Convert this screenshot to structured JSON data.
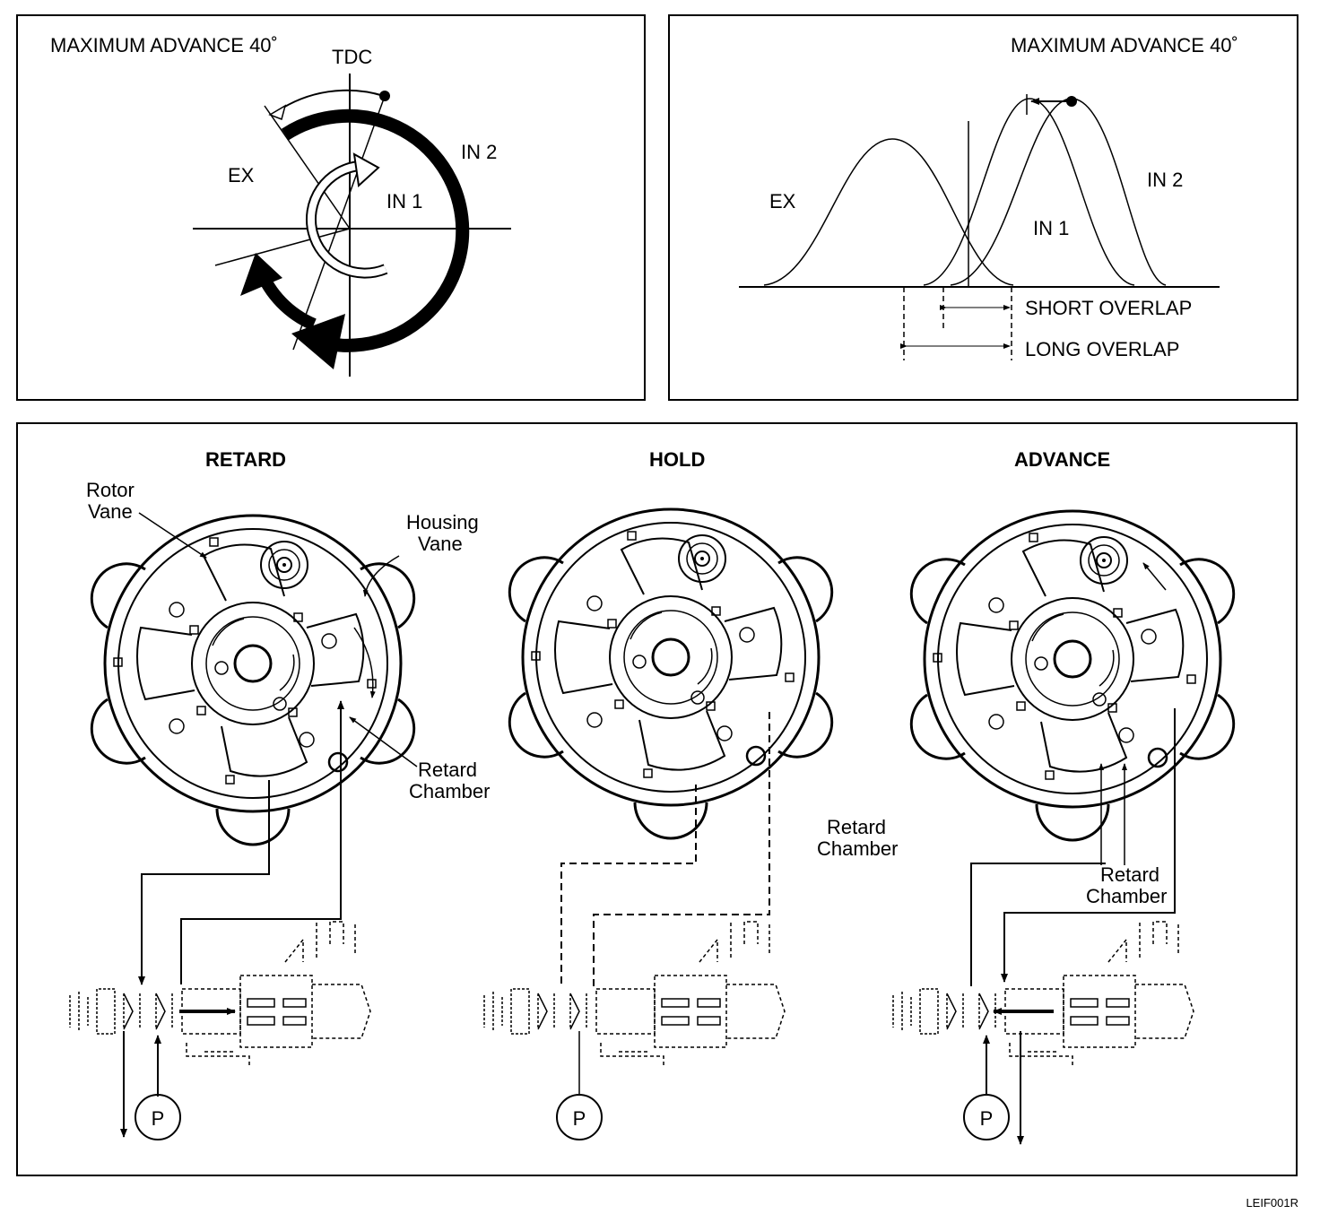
{
  "top_left": {
    "title": "MAXIMUM ADVANCE 40˚",
    "tdc": "TDC",
    "ex": "EX",
    "in1": "IN 1",
    "in2": "IN 2"
  },
  "top_right": {
    "title": "MAXIMUM ADVANCE 40˚",
    "ex": "EX",
    "in1": "IN 1",
    "in2": "IN 2",
    "short_overlap": "SHORT OVERLAP",
    "long_overlap": "LONG OVERLAP"
  },
  "bottom": {
    "retard": {
      "title": "RETARD",
      "rotor_vane_1": "Rotor",
      "rotor_vane_2": "Vane",
      "housing_vane_1": "Housing",
      "housing_vane_2": "Vane",
      "retard_chamber_1": "Retard",
      "retard_chamber_2": "Chamber",
      "pressure": "P"
    },
    "hold": {
      "title": "HOLD",
      "retard_chamber_1": "Retard",
      "retard_chamber_2": "Chamber",
      "pressure": "P"
    },
    "advance": {
      "title": "ADVANCE",
      "retard_chamber_1": "Retard",
      "retard_chamber_2": "Chamber",
      "pressure": "P"
    }
  },
  "figure_code": "LEIF001R"
}
